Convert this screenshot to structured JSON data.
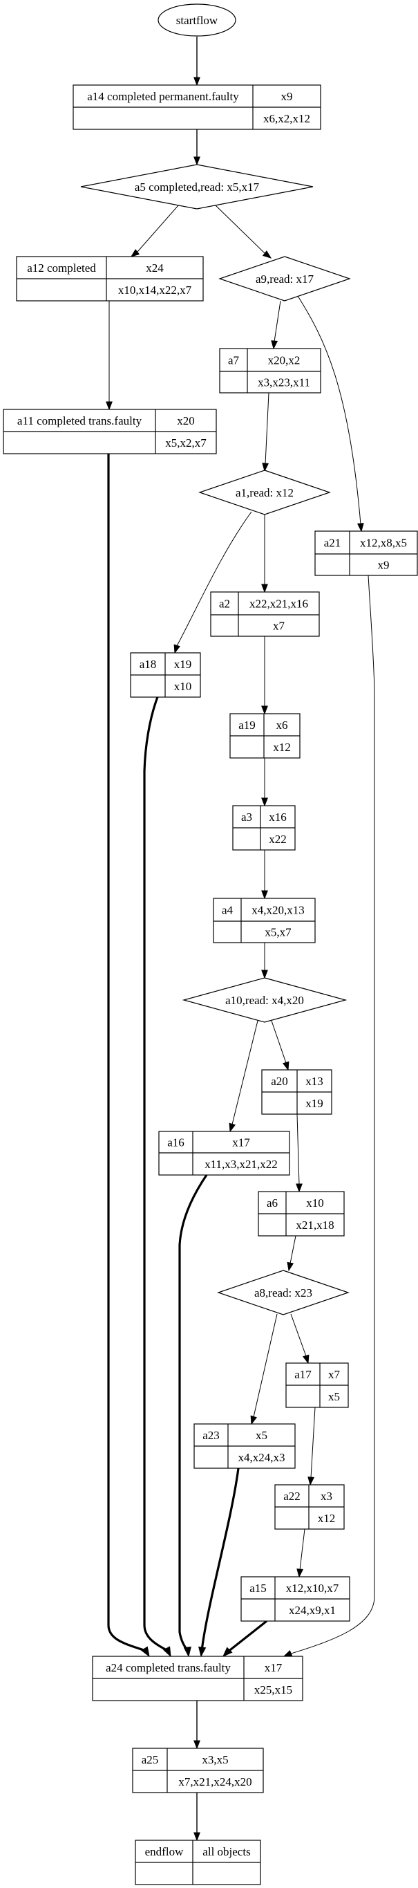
{
  "diagram": {
    "type": "workflow-graph",
    "nodes": [
      {
        "id": "startflow",
        "shape": "ellipse",
        "label": "startflow"
      },
      {
        "id": "a14",
        "shape": "record",
        "name": "a14 completed permanent.faulty",
        "top": "x9",
        "bottom": "x6,x2,x12"
      },
      {
        "id": "a5",
        "shape": "diamond",
        "label": "a5 completed,read: x5,x17"
      },
      {
        "id": "a12",
        "shape": "record",
        "name": "a12 completed",
        "top": "x24",
        "bottom": "x10,x14,x22,x7"
      },
      {
        "id": "a9",
        "shape": "diamond",
        "label": "a9,read: x17"
      },
      {
        "id": "a7",
        "shape": "record",
        "name": "a7",
        "top": "x20,x2",
        "bottom": "x3,x23,x11"
      },
      {
        "id": "a11",
        "shape": "record",
        "name": "a11  completed trans.faulty",
        "top": "x20",
        "bottom": "x5,x2,x7"
      },
      {
        "id": "a1",
        "shape": "diamond",
        "label": "a1,read: x12"
      },
      {
        "id": "a21",
        "shape": "record",
        "name": "a21",
        "top": "x12,x8,x5",
        "bottom": "x9"
      },
      {
        "id": "a2",
        "shape": "record",
        "name": "a2",
        "top": "x22,x21,x16",
        "bottom": "x7"
      },
      {
        "id": "a18",
        "shape": "record",
        "name": "a18",
        "top": "x19",
        "bottom": "x10"
      },
      {
        "id": "a19",
        "shape": "record",
        "name": "a19",
        "top": "x6",
        "bottom": "x12"
      },
      {
        "id": "a3",
        "shape": "record",
        "name": "a3",
        "top": "x16",
        "bottom": "x22"
      },
      {
        "id": "a4",
        "shape": "record",
        "name": "a4",
        "top": "x4,x20,x13",
        "bottom": "x5,x7"
      },
      {
        "id": "a10",
        "shape": "diamond",
        "label": "a10,read: x4,x20"
      },
      {
        "id": "a20",
        "shape": "record",
        "name": "a20",
        "top": "x13",
        "bottom": "x19"
      },
      {
        "id": "a16",
        "shape": "record",
        "name": "a16",
        "top": "x17",
        "bottom": "x11,x3,x21,x22"
      },
      {
        "id": "a6",
        "shape": "record",
        "name": "a6",
        "top": "x10",
        "bottom": "x21,x18"
      },
      {
        "id": "a8",
        "shape": "diamond",
        "label": "a8,read: x23"
      },
      {
        "id": "a17",
        "shape": "record",
        "name": "a17",
        "top": "x7",
        "bottom": "x5"
      },
      {
        "id": "a23",
        "shape": "record",
        "name": "a23",
        "top": "x5",
        "bottom": "x4,x24,x3"
      },
      {
        "id": "a22",
        "shape": "record",
        "name": "a22",
        "top": "x3",
        "bottom": "x12"
      },
      {
        "id": "a15",
        "shape": "record",
        "name": "a15",
        "top": "x12,x10,x7",
        "bottom": "x24,x9,x1"
      },
      {
        "id": "a24",
        "shape": "record",
        "name": "a24  completed trans.faulty",
        "top": "x17",
        "bottom": "x25,x15"
      },
      {
        "id": "a25",
        "shape": "record",
        "name": "a25",
        "top": "x3,x5",
        "bottom": "x7,x21,x24,x20"
      },
      {
        "id": "endflow",
        "shape": "record",
        "name": "endflow",
        "top": "all objects",
        "bottom": ""
      }
    ],
    "edges": [
      {
        "from": "startflow",
        "to": "a14",
        "style": "normal"
      },
      {
        "from": "a14",
        "to": "a5",
        "style": "normal"
      },
      {
        "from": "a5",
        "to": "a12",
        "style": "thin"
      },
      {
        "from": "a5",
        "to": "a9",
        "style": "thin"
      },
      {
        "from": "a12",
        "to": "a11",
        "style": "thin"
      },
      {
        "from": "a9",
        "to": "a7",
        "style": "thin"
      },
      {
        "from": "a9",
        "to": "a21",
        "style": "thin"
      },
      {
        "from": "a7",
        "to": "a1",
        "style": "thin"
      },
      {
        "from": "a1",
        "to": "a18",
        "style": "thin"
      },
      {
        "from": "a1",
        "to": "a2",
        "style": "thin"
      },
      {
        "from": "a2",
        "to": "a19",
        "style": "thin"
      },
      {
        "from": "a19",
        "to": "a3",
        "style": "thin"
      },
      {
        "from": "a3",
        "to": "a4",
        "style": "thin"
      },
      {
        "from": "a4",
        "to": "a10",
        "style": "thin"
      },
      {
        "from": "a10",
        "to": "a16",
        "style": "thin"
      },
      {
        "from": "a10",
        "to": "a20",
        "style": "thin"
      },
      {
        "from": "a20",
        "to": "a6",
        "style": "thin"
      },
      {
        "from": "a6",
        "to": "a8",
        "style": "thin"
      },
      {
        "from": "a8",
        "to": "a23",
        "style": "thin"
      },
      {
        "from": "a8",
        "to": "a17",
        "style": "thin"
      },
      {
        "from": "a17",
        "to": "a22",
        "style": "thin"
      },
      {
        "from": "a22",
        "to": "a15",
        "style": "thin"
      },
      {
        "from": "a11",
        "to": "a24",
        "style": "bold"
      },
      {
        "from": "a18",
        "to": "a24",
        "style": "bold"
      },
      {
        "from": "a16",
        "to": "a24",
        "style": "bold"
      },
      {
        "from": "a23",
        "to": "a24",
        "style": "bold"
      },
      {
        "from": "a15",
        "to": "a24",
        "style": "bold"
      },
      {
        "from": "a21",
        "to": "a24",
        "style": "thin"
      },
      {
        "from": "a24",
        "to": "a25",
        "style": "normal"
      },
      {
        "from": "a25",
        "to": "endflow",
        "style": "normal"
      }
    ]
  }
}
